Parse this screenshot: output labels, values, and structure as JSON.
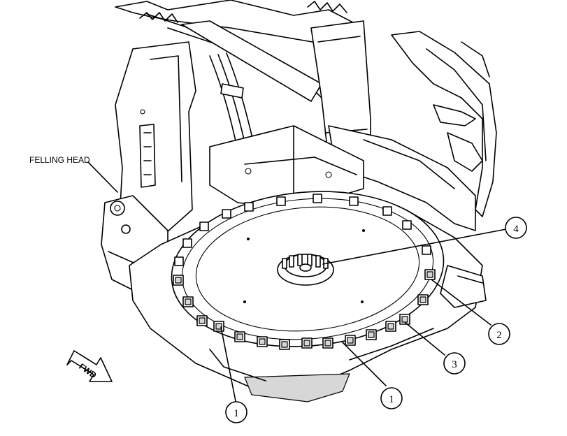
{
  "labels": {
    "felling_head": "FELLING HEAD",
    "fwd": "FWD"
  },
  "callouts": [
    "1",
    "1",
    "2",
    "3",
    "4"
  ]
}
